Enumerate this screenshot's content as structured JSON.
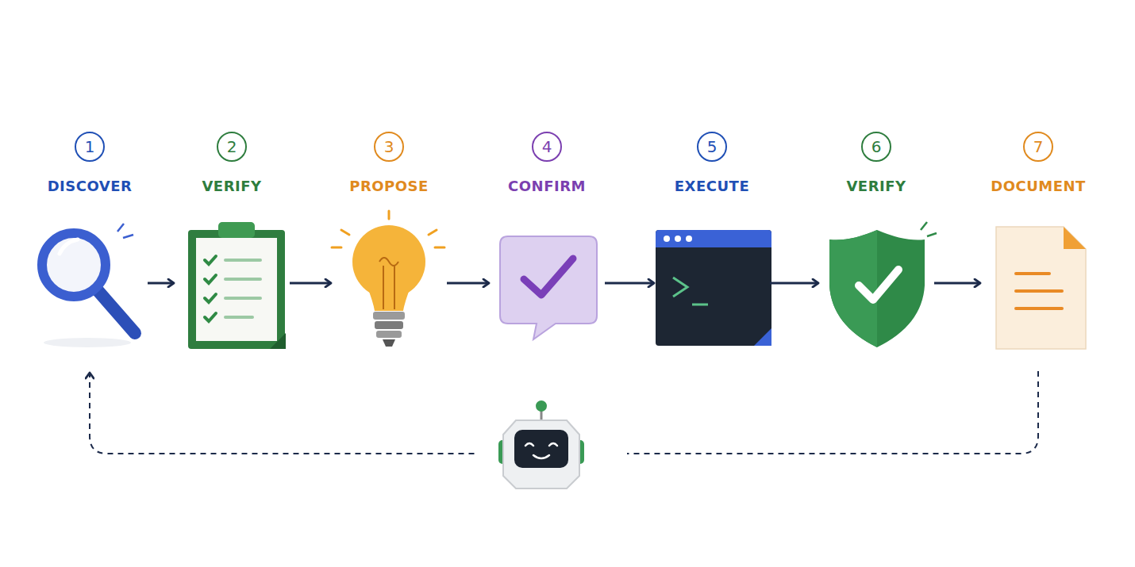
{
  "diagram": {
    "nodes": [
      {
        "text": [
          "1",
          "DISCOVER"
        ]
      },
      {
        "text": [
          "2",
          "VERIFY"
        ]
      },
      {
        "text": [
          "3",
          "PROPOSE"
        ]
      },
      {
        "text": [
          "4",
          "CONFIRM"
        ]
      },
      {
        "text": [
          "5",
          "EXECUTE"
        ]
      },
      {
        "text": [
          "6",
          "VERIFY"
        ]
      },
      {
        "text": [
          "7",
          "DOCUMENT"
        ]
      }
    ],
    "edges": [
      {
        "from": 0,
        "to": 1,
        "arrow": "to"
      },
      {
        "from": 1,
        "to": 2,
        "arrow": "to"
      },
      {
        "from": 2,
        "to": 3,
        "arrow": "to"
      },
      {
        "from": 3,
        "to": 4,
        "arrow": "to"
      },
      {
        "from": 4,
        "to": 5,
        "arrow": "to"
      },
      {
        "from": 5,
        "to": 6,
        "arrow": "to"
      },
      {
        "from": 6,
        "to": 0,
        "arrow": "to"
      }
    ]
  }
}
